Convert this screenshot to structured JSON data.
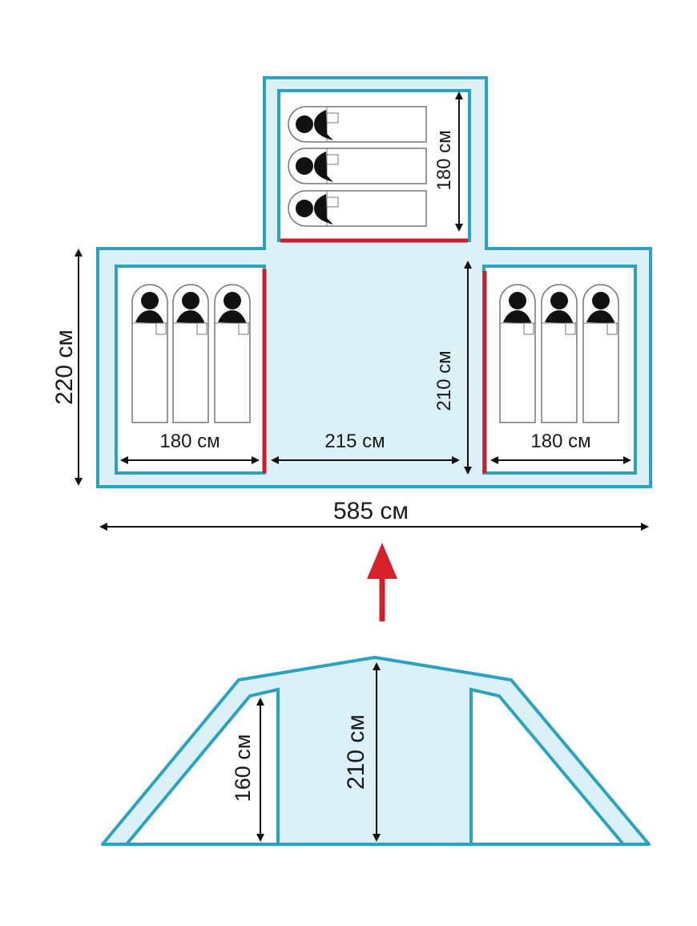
{
  "plan": {
    "left_room_width": "180 см",
    "vestibule_width": "215 см",
    "right_room_width": "180 см",
    "total_width": "585 см",
    "depth": "220 см",
    "vestibule_depth": "210 см",
    "top_room_length": "180 см",
    "left_room_people": 3,
    "top_room_people": 3,
    "right_room_people": 3
  },
  "elevation": {
    "side_room_height": "160 см",
    "center_height": "210 см"
  },
  "colors": {
    "outline": "#2aa3c1",
    "fill": "#dcf0f8",
    "door": "#c81f2d",
    "arrow": "#d7202a"
  }
}
